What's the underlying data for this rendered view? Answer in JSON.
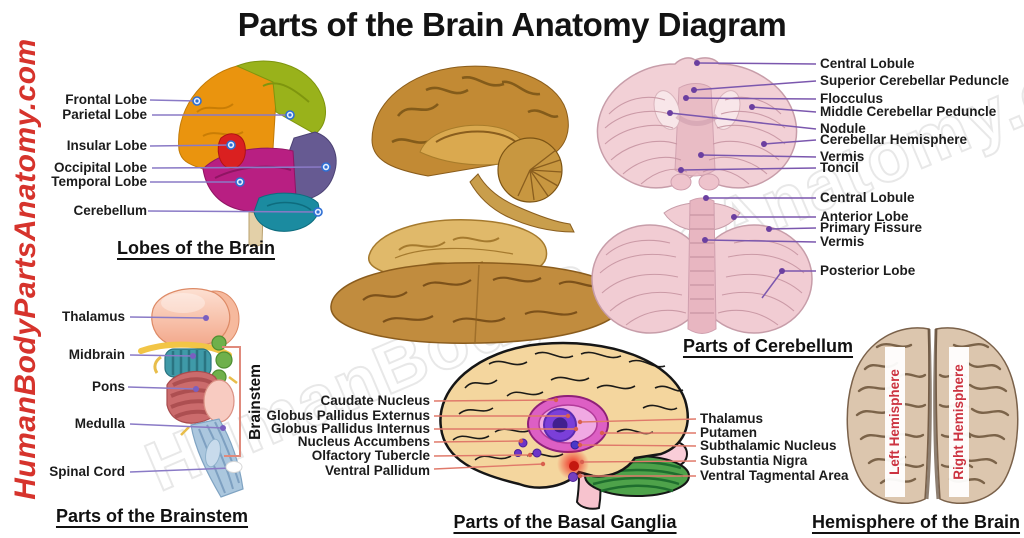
{
  "title": "Parts of the Brain Anatomy Diagram",
  "branding": {
    "side_text": "HumanBodyPartsAnatomy.com",
    "watermark_text": "HumanBodyPartsAnatomy.com",
    "brand_color": "#d6332c"
  },
  "sections": {
    "lobes": {
      "heading": "Lobes of the Brain",
      "labels": [
        "Frontal Lobe",
        "Parietal Lobe",
        "Insular Lobe",
        "Occipital Lobe",
        "Temporal Lobe",
        "Cerebellum"
      ],
      "colors": {
        "frontal": "#ea940e",
        "parietal": "#99b21b",
        "insular": "#da2020",
        "temporal": "#b81f82",
        "occipital": "#665a92",
        "cerebellum": "#1b8ba0"
      }
    },
    "cerebellum": {
      "heading": "Parts of Cerebellum",
      "anterior_view_labels": [
        "Central Lobule",
        "Superior Cerebellar Peduncle",
        "Flocculus",
        "Middle Cerebellar Peduncle",
        "Nodule",
        "Cerebellar Hemisphere",
        "Vermis",
        "Toncil"
      ],
      "superior_view_labels": [
        "Central Lobule",
        "Anterior Lobe",
        "Primary Fissure",
        "Vermis",
        "Posterior Lobe"
      ]
    },
    "brainstem": {
      "heading": "Parts of the Brainstem",
      "labels": [
        "Thalamus",
        "Midbrain",
        "Pons",
        "Medulla",
        "Spinal Cord"
      ],
      "bracket_label": "Brainstem"
    },
    "basal_ganglia": {
      "heading": "Parts of the Basal Ganglia",
      "left_labels": [
        "Caudate Nucleus",
        "Globus Pallidus Externus",
        "Globus Pallidus Internus",
        "Nucleus Accumbens",
        "Olfactory Tubercle",
        "Ventral Pallidum"
      ],
      "right_labels": [
        "Thalamus",
        "Putamen",
        "Subthalamic Nucleus",
        "Substantia Nigra",
        "Ventral Tagmental Area"
      ]
    },
    "hemisphere": {
      "heading": "Hemisphere of the Brain",
      "labels": [
        "Left Hemisphere",
        "Right Hemisphere"
      ]
    }
  }
}
